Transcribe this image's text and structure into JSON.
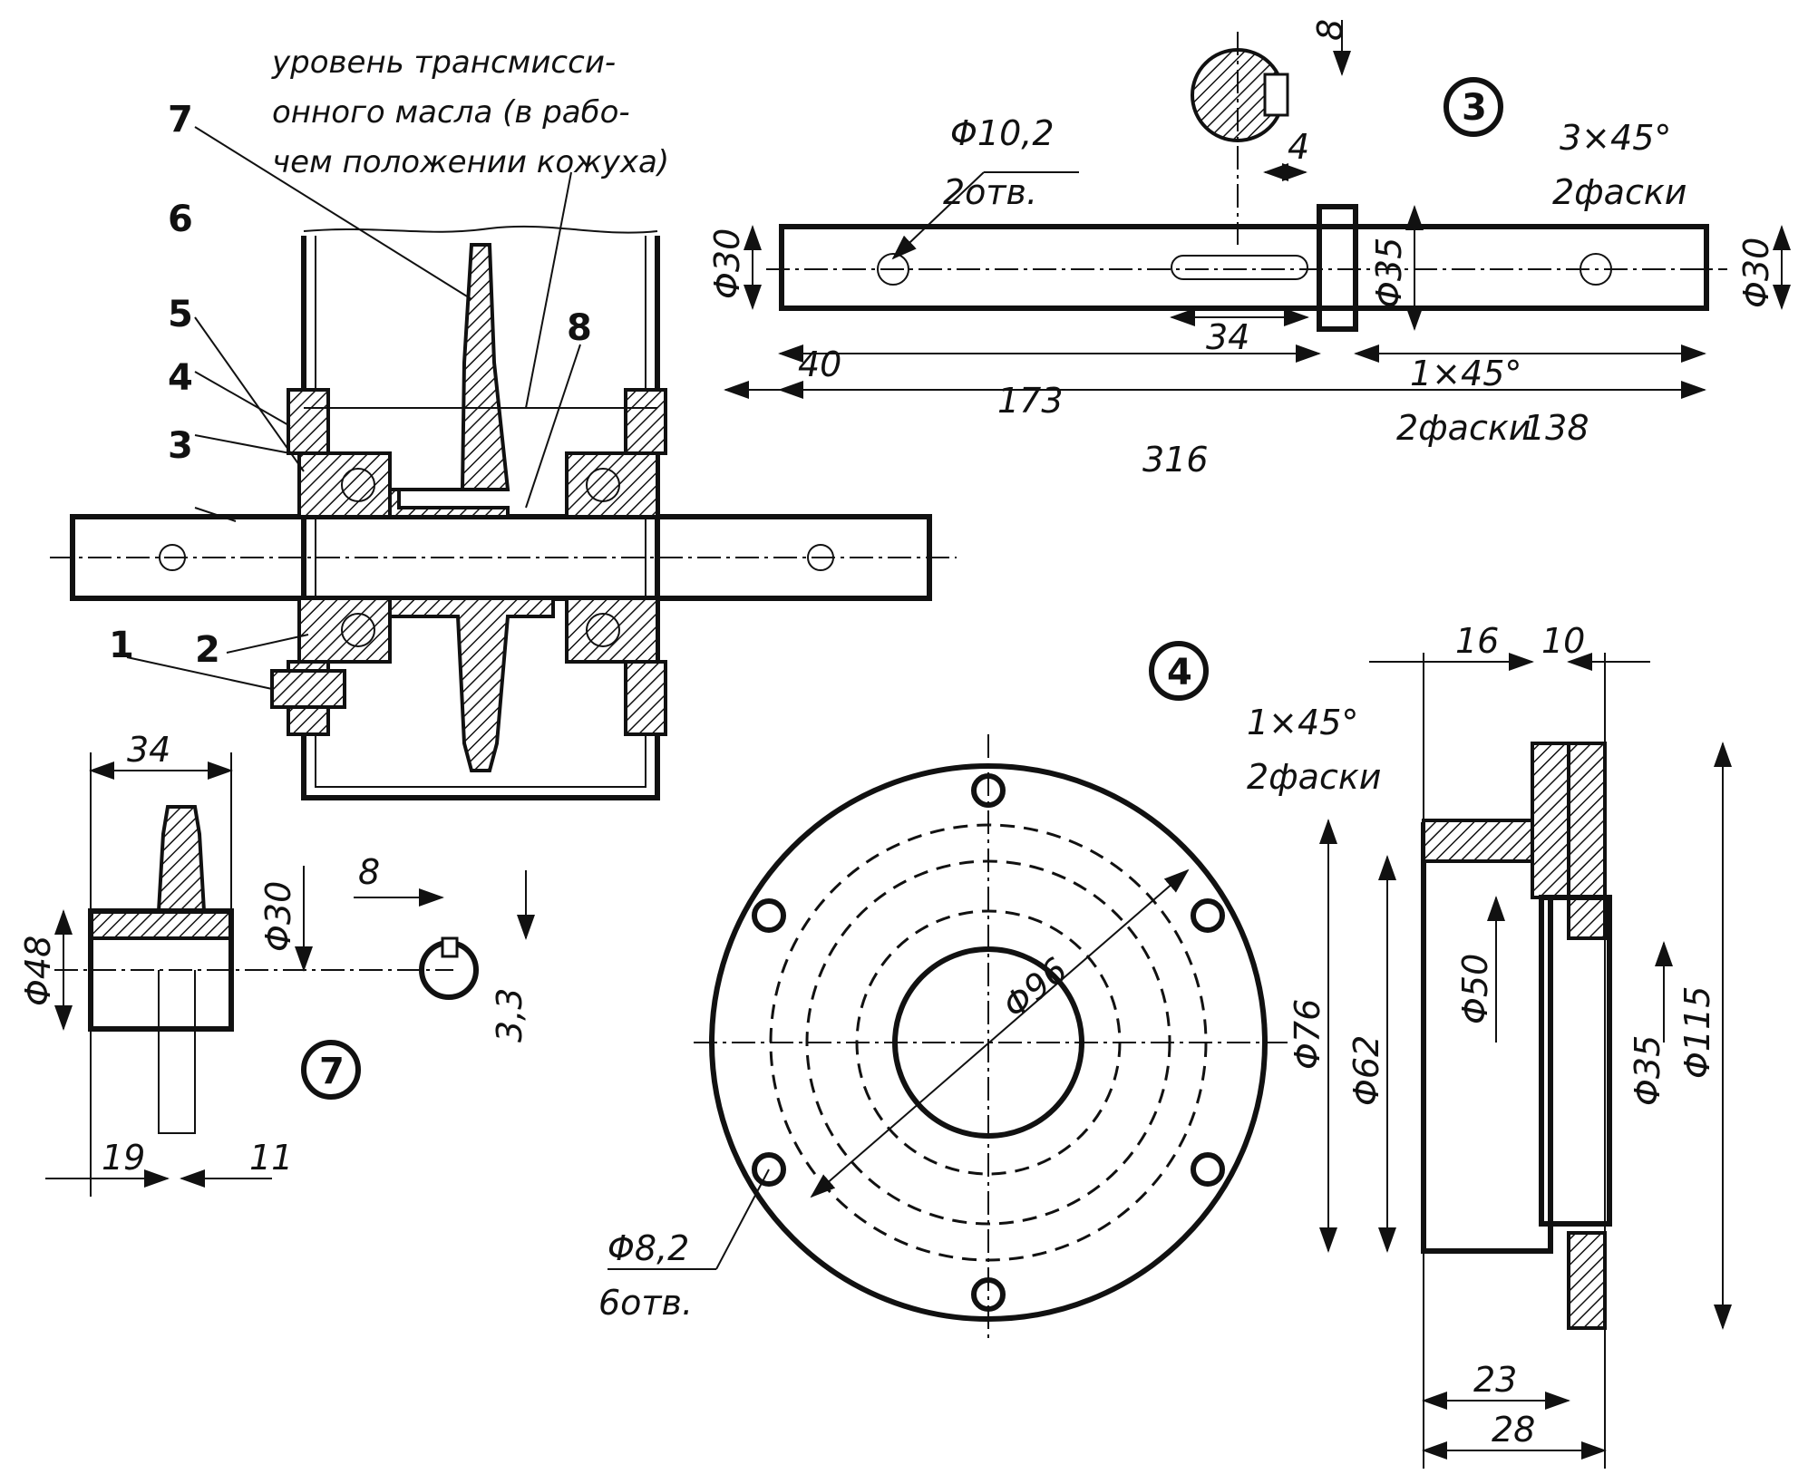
{
  "note": {
    "line1": "уровень трансмисси-",
    "line2": "онного масла (в рабо-",
    "line3": "чем положении кожуха)"
  },
  "positions": [
    "1",
    "2",
    "3",
    "4",
    "5",
    "6",
    "7",
    "8"
  ],
  "views": {
    "shaft": "3",
    "flange": "4",
    "sprocket": "7"
  },
  "shaft": {
    "hole_dia": "Φ10,2",
    "hole_count": "2отв.",
    "chamfer_top": "3×45°",
    "chamfer_top_note": "2фаски",
    "chamfer_bottom": "1×45°",
    "chamfer_bottom_note": "2фаски",
    "d_left": "Φ30",
    "d_collar": "Φ35",
    "d_right": "Φ30",
    "len_40": "40",
    "len_34": "34",
    "len_173": "173",
    "len_316": "316",
    "len_138": "138",
    "key_8": "8",
    "key_4": "4"
  },
  "flange": {
    "chamfer": "1×45°",
    "chamfer_note": "2фаски",
    "w16": "16",
    "w10": "10",
    "d96": "Φ96",
    "d76": "Φ76",
    "d62": "Φ62",
    "d50": "Φ50",
    "d35": "Φ35",
    "d115": "Φ115",
    "hole_dia": "Φ8,2",
    "hole_count": "6отв.",
    "w23": "23",
    "w28": "28"
  },
  "sprocket": {
    "w34": "34",
    "d48": "Φ48",
    "d30": "Φ30",
    "key_8": "8",
    "key_33": "3,3",
    "w19": "19",
    "w11": "11"
  }
}
